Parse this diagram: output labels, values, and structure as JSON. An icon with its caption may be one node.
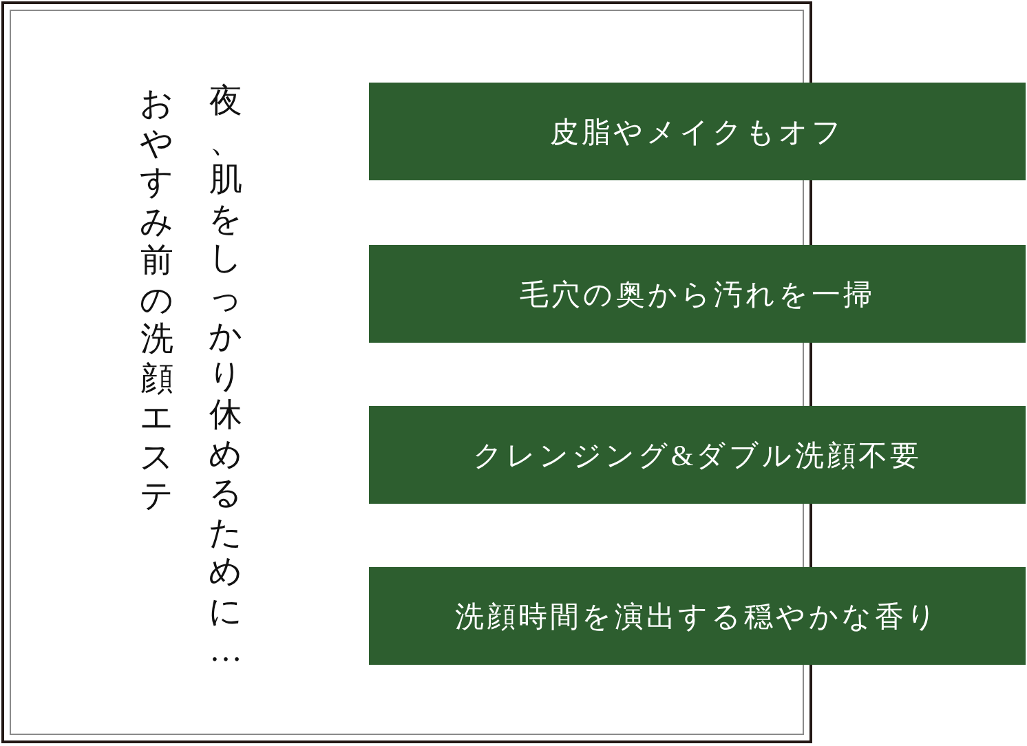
{
  "diagram": {
    "nodes": [
      {
        "text": [
          "皮脂やメイクもオフ"
        ]
      },
      {
        "text": [
          "毛穴の奥から汚れを一掃"
        ]
      },
      {
        "text": [
          "クレンジング&ダブル洗顔不要"
        ]
      },
      {
        "text": [
          "洗顔時間を演出する穏やかな香り"
        ]
      }
    ],
    "labels": [
      "夜、肌をしっかり休めるために…",
      "おやすみ前の洗顔エステ"
    ]
  }
}
